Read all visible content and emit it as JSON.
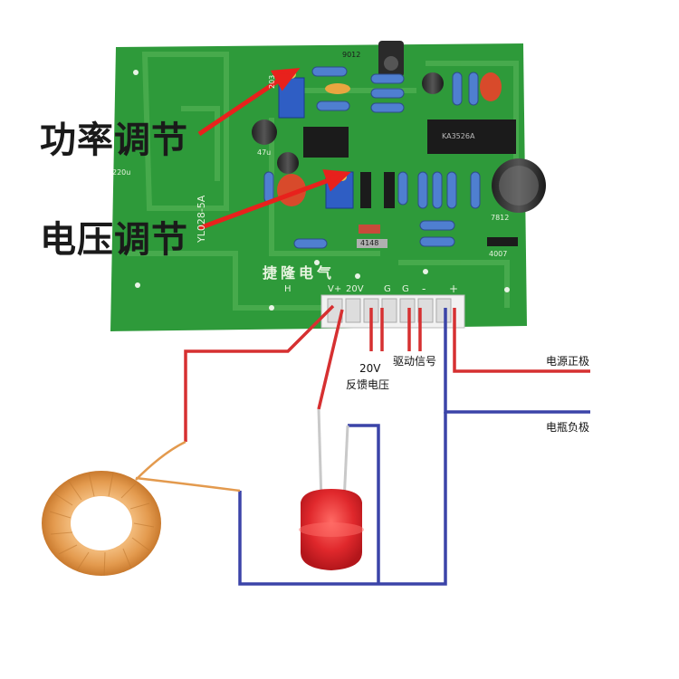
{
  "labels": {
    "power_adjust": "功率调节",
    "voltage_adjust": "电压调节",
    "feedback_voltage_line1": "20V",
    "feedback_voltage_line2": "反馈电压",
    "drive_signal": "驱动信号",
    "power_positive": "电源正极",
    "battery_negative": "电瓶负极"
  },
  "board": {
    "brand": "捷隆电气",
    "model": "YL028-5A",
    "connector_pins": [
      "H",
      "V+",
      "20V",
      "G",
      "G",
      "-",
      "+"
    ],
    "parts": {
      "transistor": "9012",
      "ic": "KA3526A",
      "regulator": "7812",
      "diode_small": "4148",
      "diode_rect": "4007",
      "cap_a": "220u",
      "cap_b": "47u",
      "pot": "203"
    }
  },
  "colors": {
    "pcb": "#2e9a3a",
    "pcb_dark": "#1f7a2b",
    "red_wire": "#d63031",
    "blue_wire": "#3b44a8",
    "arrow": "#e8211c",
    "coil": "#e39a4e",
    "led": "#e0282c"
  }
}
